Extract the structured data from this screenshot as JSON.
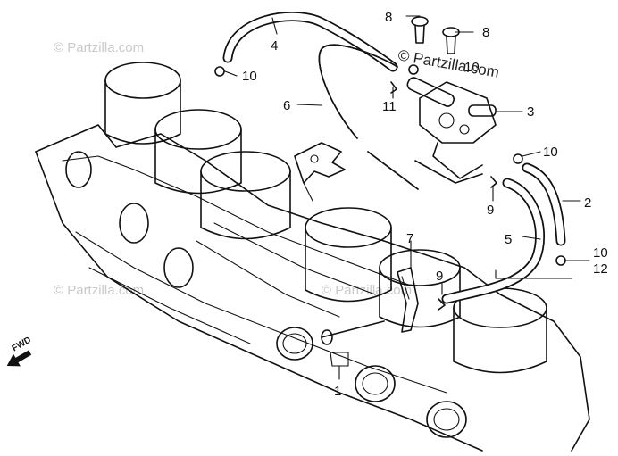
{
  "watermark": {
    "brand_text": "© Partzilla.com",
    "faint_text": "© Partzilla.com"
  },
  "orientation_label": "FWD",
  "callouts": [
    {
      "id": "callout-1",
      "text": "1"
    },
    {
      "id": "callout-2",
      "text": "2"
    },
    {
      "id": "callout-3",
      "text": "3"
    },
    {
      "id": "callout-4",
      "text": "4"
    },
    {
      "id": "callout-5",
      "text": "5"
    },
    {
      "id": "callout-6",
      "text": "6"
    },
    {
      "id": "callout-7",
      "text": "7"
    },
    {
      "id": "callout-8a",
      "text": "8"
    },
    {
      "id": "callout-8b",
      "text": "8"
    },
    {
      "id": "callout-9a",
      "text": "9"
    },
    {
      "id": "callout-9b",
      "text": "9"
    },
    {
      "id": "callout-10a",
      "text": "10"
    },
    {
      "id": "callout-10b",
      "text": "10"
    },
    {
      "id": "callout-10c",
      "text": "10"
    },
    {
      "id": "callout-10d",
      "text": "10"
    },
    {
      "id": "callout-11",
      "text": "11"
    },
    {
      "id": "callout-12",
      "text": "12"
    }
  ]
}
